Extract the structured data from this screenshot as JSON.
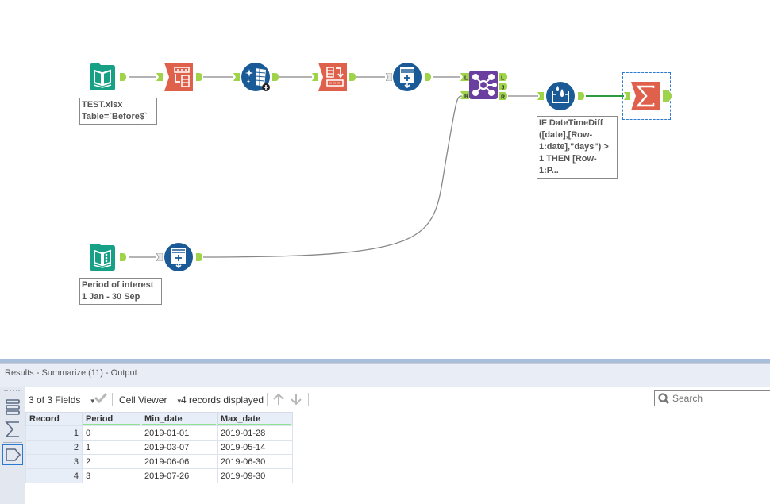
{
  "canvas": {
    "tools": [
      {
        "id": "input1",
        "type": "input-data",
        "color": "#16a085",
        "annotation": [
          "TEST.xlsx",
          "Table=`Before$`"
        ]
      },
      {
        "id": "select",
        "type": "select",
        "color": "#e0614b"
      },
      {
        "id": "datacleansing",
        "type": "data-cleansing",
        "color": "#1a5a96"
      },
      {
        "id": "sort",
        "type": "sort",
        "color": "#e0614b"
      },
      {
        "id": "appendfields1",
        "type": "append-fields",
        "color": "#1a5a96"
      },
      {
        "id": "join",
        "type": "join",
        "color": "#6b3fa0",
        "anchors": {
          "inputs": [
            "L",
            "R"
          ],
          "outputs": [
            "L",
            "J",
            "R"
          ]
        }
      },
      {
        "id": "multirow",
        "type": "multi-row-formula",
        "color": "#1a5a96",
        "annotation": [
          "IF DateTimeDiff",
          "([date],[Row-",
          "1:date],\"days\") >",
          "1 THEN [Row-",
          "1:P..."
        ]
      },
      {
        "id": "summarize",
        "type": "summarize",
        "color": "#e0614b",
        "selected": true
      },
      {
        "id": "input2",
        "type": "text-input",
        "color": "#16a085",
        "annotation": [
          "Period of interest",
          "1 Jan - 30 Sep"
        ]
      },
      {
        "id": "appendfields2",
        "type": "append-fields",
        "color": "#1a5a96"
      }
    ]
  },
  "results": {
    "title": "Results - Summarize (11) - Output",
    "toolbar": {
      "fields_label": "3 of 3 Fields",
      "viewer_label": "Cell Viewer",
      "records_label": "4 records displayed",
      "search_placeholder": "Search"
    },
    "columns": [
      "Record",
      "Period",
      "Min_date",
      "Max_date"
    ],
    "rows": [
      {
        "record": "1",
        "period": "0",
        "min_date": "2019-01-01",
        "max_date": "2019-01-28"
      },
      {
        "record": "2",
        "period": "1",
        "min_date": "2019-03-07",
        "max_date": "2019-05-14"
      },
      {
        "record": "3",
        "period": "2",
        "min_date": "2019-06-06",
        "max_date": "2019-06-30"
      },
      {
        "record": "4",
        "period": "3",
        "min_date": "2019-07-26",
        "max_date": "2019-09-30"
      }
    ]
  }
}
